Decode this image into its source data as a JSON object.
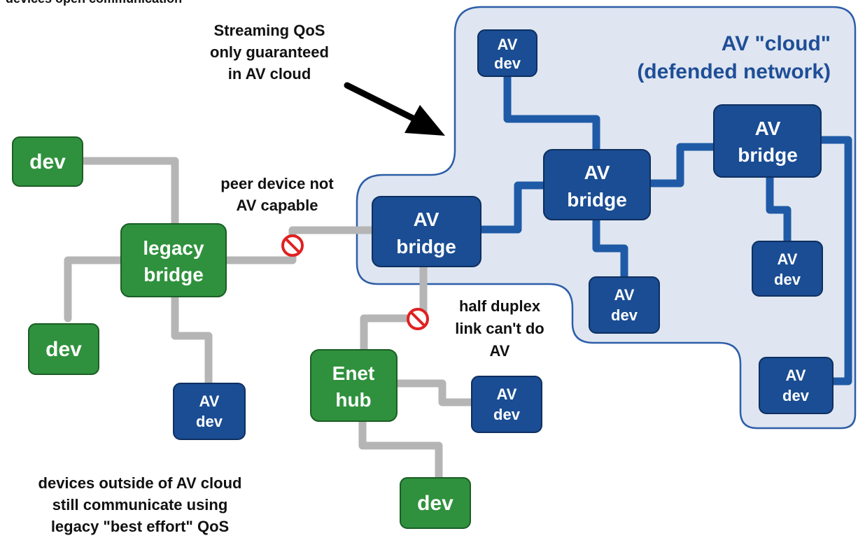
{
  "colors": {
    "cloud_fill": "#dfe6f1",
    "cloud_stroke": "#2d5ea8",
    "av_node": "#1a4d93",
    "legacy_node": "#2f913d",
    "av_link": "#1f5aa6",
    "legacy_link": "#b5b5b5",
    "blocked": "#e02020",
    "cloud_title": "#1f4e98"
  },
  "header": {
    "cut_off_text": "devices open communication"
  },
  "cloud": {
    "title_line1": "AV \"cloud\"",
    "title_line2": "(defended network)"
  },
  "annotations": {
    "qos_line1": "Streaming QoS",
    "qos_line2": "only guaranteed",
    "qos_line3": "in AV cloud",
    "peer_line1": "peer device not",
    "peer_line2": "AV capable",
    "half_line1": "half duplex",
    "half_line2": "link can't do",
    "half_line3": "AV",
    "bottom_line1": "devices outside of AV cloud",
    "bottom_line2": "still communicate using",
    "bottom_line3": "legacy \"best effort\" QoS"
  },
  "nodes": {
    "av_dev_top": {
      "kind": "av",
      "line1": "AV",
      "line2": "dev"
    },
    "av_bridge_right": {
      "kind": "av",
      "line1": "AV",
      "line2": "bridge"
    },
    "av_bridge_center": {
      "kind": "av",
      "line1": "AV",
      "line2": "bridge"
    },
    "av_bridge_left": {
      "kind": "av",
      "line1": "AV",
      "line2": "bridge"
    },
    "av_dev_right": {
      "kind": "av",
      "line1": "AV",
      "line2": "dev"
    },
    "av_dev_mid": {
      "kind": "av",
      "line1": "AV",
      "line2": "dev"
    },
    "av_dev_far_right": {
      "kind": "av",
      "line1": "AV",
      "line2": "dev"
    },
    "av_dev_hub": {
      "kind": "av",
      "line1": "AV",
      "line2": "dev"
    },
    "av_dev_legacy": {
      "kind": "av",
      "line1": "AV",
      "line2": "dev"
    },
    "dev_top_left": {
      "kind": "legacy",
      "line1": "dev"
    },
    "legacy_bridge": {
      "kind": "legacy",
      "line1": "legacy",
      "line2": "bridge"
    },
    "dev_bottom_left": {
      "kind": "legacy",
      "line1": "dev"
    },
    "enet_hub": {
      "kind": "legacy",
      "line1": "Enet",
      "line2": "hub"
    },
    "dev_bottom": {
      "kind": "legacy",
      "line1": "dev"
    }
  },
  "links": {
    "av": [
      [
        "av_dev_top",
        "av_bridge_center"
      ],
      [
        "av_bridge_center",
        "av_bridge_right"
      ],
      [
        "av_bridge_left",
        "av_bridge_center"
      ],
      [
        "av_bridge_center",
        "av_dev_mid"
      ],
      [
        "av_bridge_right",
        "av_dev_right"
      ],
      [
        "av_bridge_right",
        "av_dev_far_right"
      ]
    ],
    "legacy": [
      [
        "dev_top_left",
        "legacy_bridge"
      ],
      [
        "legacy_bridge",
        "dev_bottom_left"
      ],
      [
        "legacy_bridge",
        "av_dev_legacy"
      ],
      [
        "enet_hub",
        "av_dev_hub"
      ],
      [
        "enet_hub",
        "dev_bottom"
      ]
    ],
    "blocked": [
      [
        "legacy_bridge",
        "av_bridge_left"
      ],
      [
        "av_bridge_left",
        "enet_hub"
      ]
    ]
  }
}
